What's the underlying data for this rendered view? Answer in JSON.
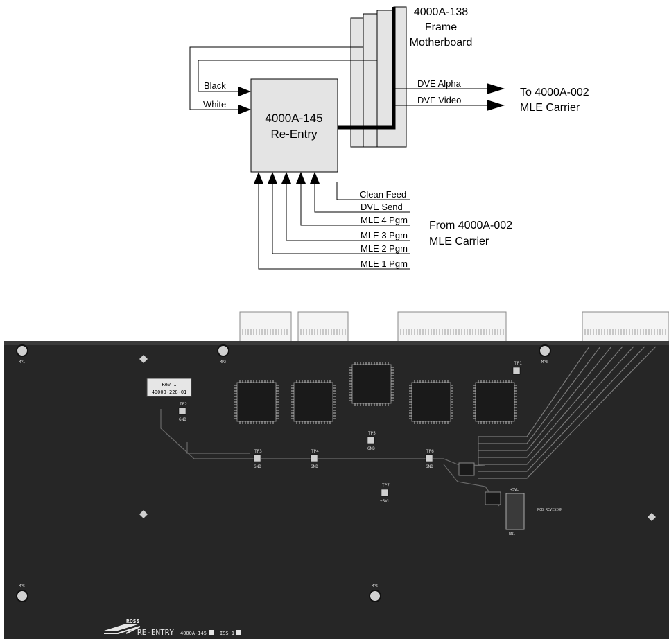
{
  "diagram": {
    "motherboard": {
      "line1": "4000A-138",
      "line2": "Frame",
      "line3": "Motherboard"
    },
    "reentry_box": {
      "line1": "4000A-145",
      "line2": "Re-Entry"
    },
    "left_inputs": [
      "Black",
      "White"
    ],
    "outputs": [
      "DVE Alpha",
      "DVE Video"
    ],
    "output_dest": {
      "line1": "To 4000A-002",
      "line2": "MLE Carrier"
    },
    "bottom_inputs": [
      "Clean Feed",
      "DVE Send",
      "MLE 4 Pgm",
      "MLE 3 Pgm",
      "MLE 2 Pgm",
      "MLE 1 Pgm"
    ],
    "input_source": {
      "line1": "From 4000A-002",
      "line2": "MLE Carrier"
    }
  },
  "pcb": {
    "logo": "ROSS",
    "board_title": "RE-ENTRY",
    "part_number": "4000A-145",
    "issue": "ISS 1",
    "chip_label": "4000Q-228-01",
    "chip_rev": "Rev 1",
    "pcb_revision_label": "PCB REVISION",
    "supply_label": "+5VL",
    "testpoints": [
      "TP1",
      "TP2",
      "TP3",
      "TP4",
      "TP5",
      "TP6",
      "TP7"
    ],
    "testpoint_labels": [
      "GND",
      "GND",
      "GND",
      "GND",
      "GND",
      "+5VL"
    ],
    "mounting_points": [
      "MP1",
      "MP2",
      "MP3",
      "MP5",
      "MP6"
    ],
    "resistor_label": "RN1"
  }
}
